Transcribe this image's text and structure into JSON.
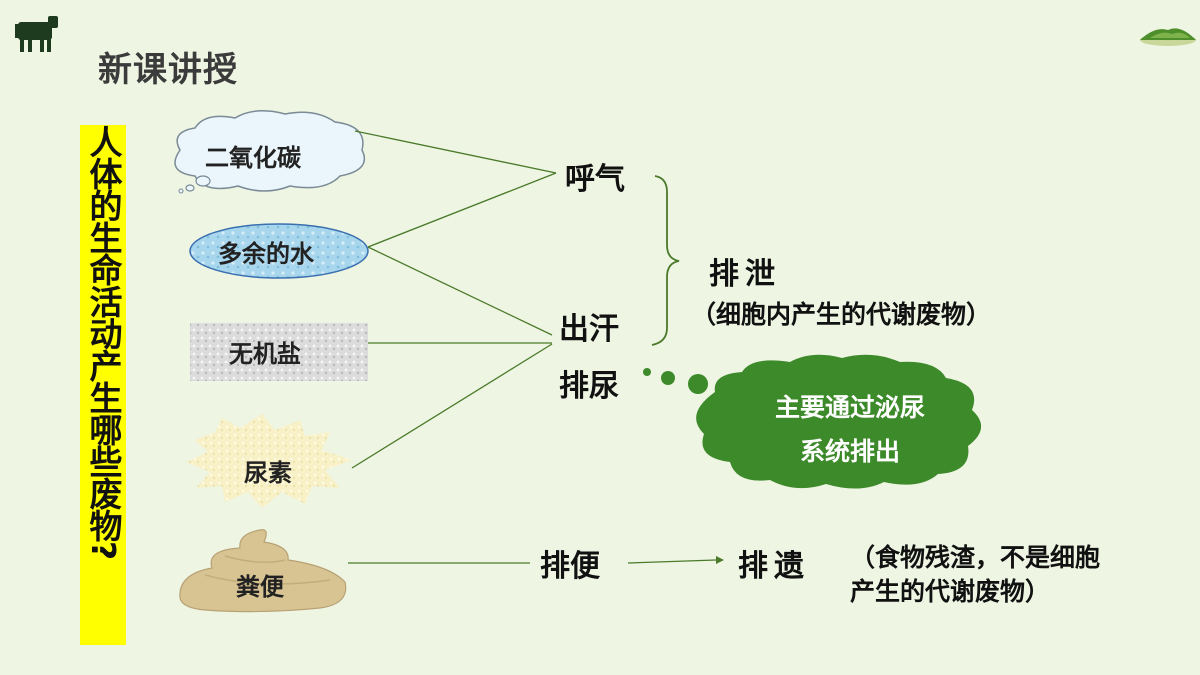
{
  "slide_title": "新课讲授",
  "vertical_banner": "人体的生命活动产生哪些废物?",
  "sources": {
    "co2": "二氧化碳",
    "water": "多余的水",
    "salt": "无机盐",
    "urea": "尿素",
    "feces": "粪便"
  },
  "pathways": {
    "exhale": "呼气",
    "sweat": "出汗",
    "urine": "排尿",
    "defecate": "排便"
  },
  "excretion": {
    "label": "排泄",
    "note": "（细胞内产生的代谢废物）"
  },
  "cloud_note": {
    "line1": "主要通过泌尿",
    "line2": "系统排出"
  },
  "egestion": {
    "label": "排遗",
    "note": "（食物残渣，不是细胞产生的代谢废物）"
  },
  "colors": {
    "background": "#eef5e3",
    "banner": "#ffff00",
    "cloud_green": "#3d8a2a",
    "line_green": "#4a7a2a"
  }
}
